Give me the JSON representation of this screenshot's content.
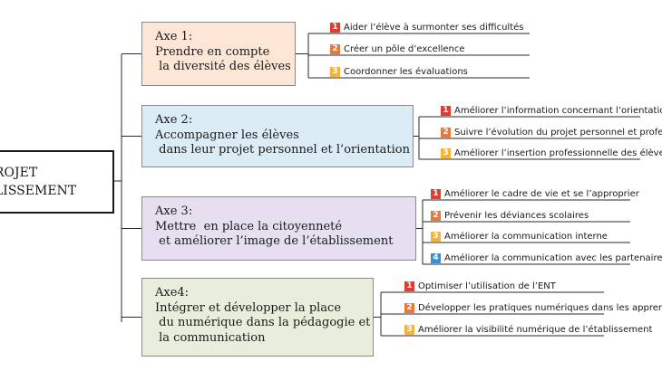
{
  "root": {
    "line1": "ROJET",
    "line2": "LISSEMENT"
  },
  "colors": {
    "c1": "#e03c31",
    "c2": "#e8793a",
    "c3": "#f3b43a",
    "c4": "#3a8fd1"
  },
  "axes": [
    {
      "label": "Axe 1:\nPrendre en compte\n la diversité des élèves",
      "bg": "#fde6d6",
      "items": [
        "Aider l’élève à surmonter ses difficultés",
        "Créer un pôle d’excellence",
        "Coordonner les évaluations"
      ]
    },
    {
      "label": "Axe 2:\nAccompagner les élèves\n dans leur projet personnel et l’orientation",
      "bg": "#dcecf6",
      "items": [
        "Améliorer l’information  concernant l’orientation",
        "Suivre l’évolution  du projet personnel et professionnel",
        "Améliorer l’insertion professionnelle des élèves"
      ]
    },
    {
      "label": "Axe 3:\nMettre  en place la citoyenneté\n et améliorer l’image de l’établissement",
      "bg": "#e5dff0",
      "items": [
        "Améliorer le cadre de vie et se l’approprier",
        "Prévenir les déviances scolaires",
        "Améliorer la communication interne",
        "Améliorer la communication avec les partenaires"
      ]
    },
    {
      "label": "Axe4:\nIntégrer et développer la place\n du numérique dans la pédagogie et\n la communication",
      "bg": "#e8eedb",
      "items": [
        "Optimiser l’utilisation de l’ENT",
        "Développer les pratiques numériques dans les apprentissages",
        "Améliorer la visibilité  numérique de l’établissement"
      ]
    }
  ]
}
